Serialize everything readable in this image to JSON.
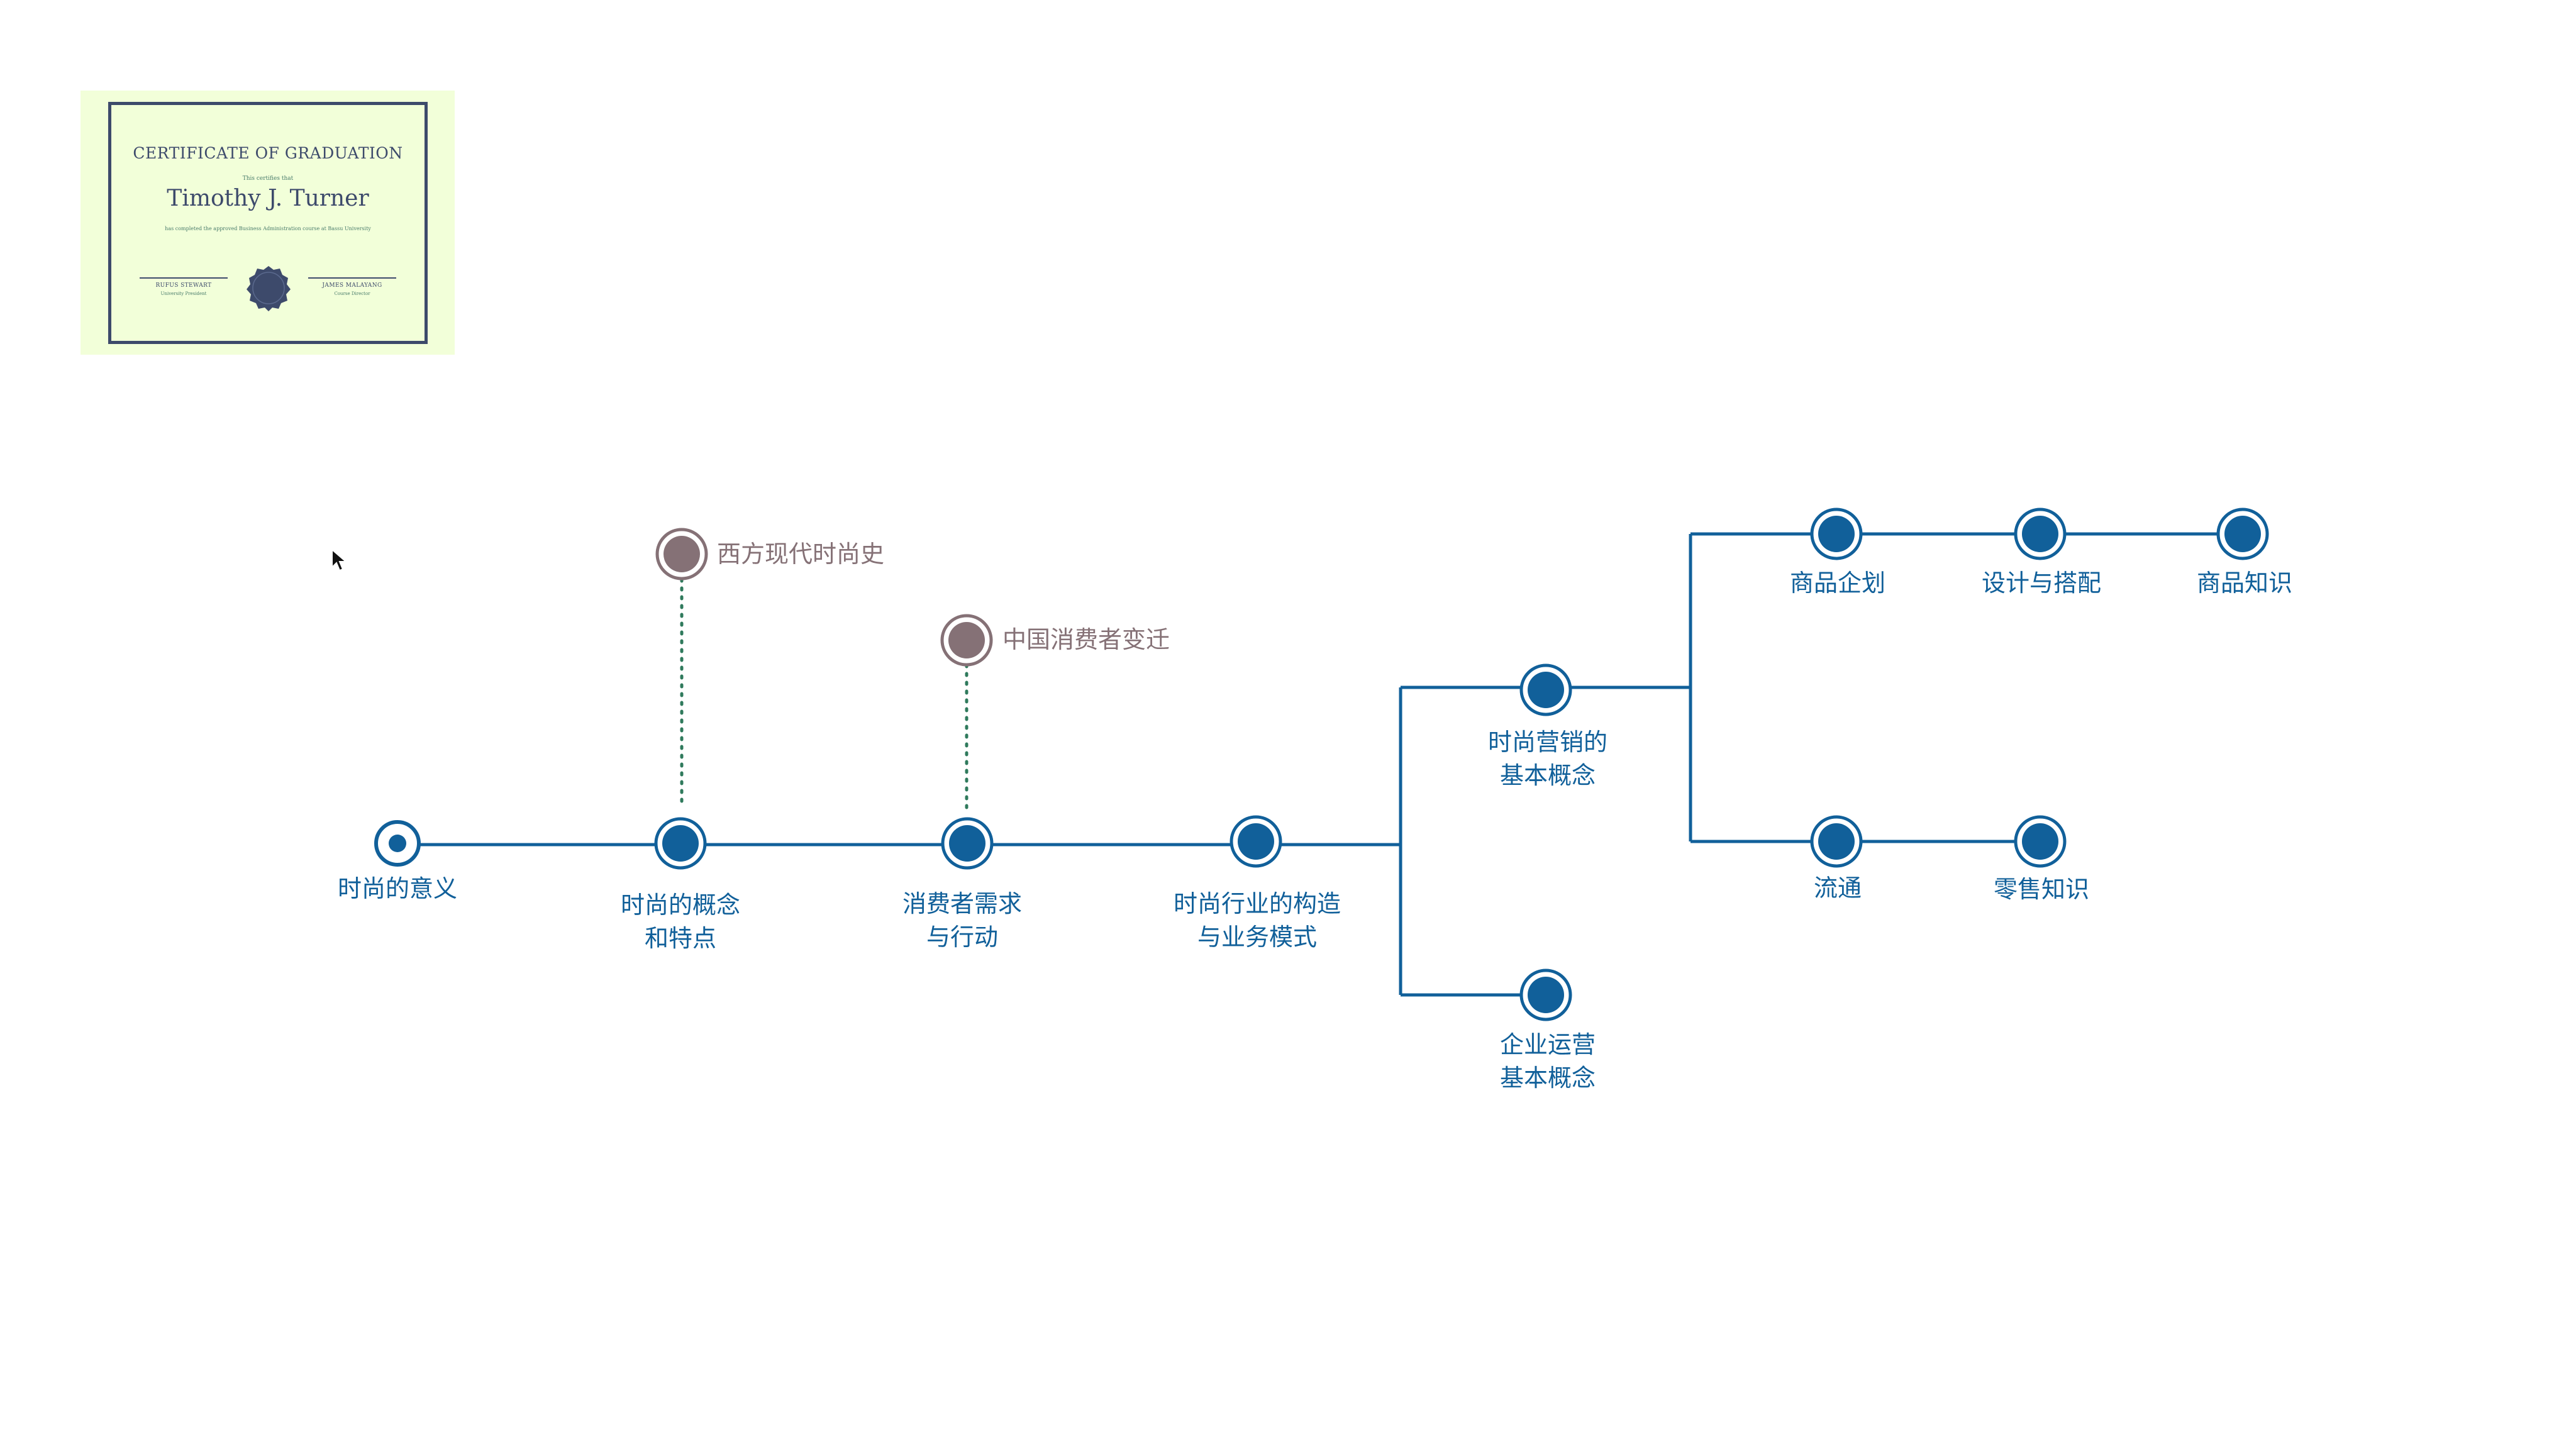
{
  "certificate": {
    "title": "CERTIFICATE OF GRADUATION",
    "certifies": "This certifies that",
    "name": "Timothy J. Turner",
    "description": "has completed the approved Business Administration course at Bassu University",
    "signer_left": "RUFUS STEWART",
    "signer_left_role": "University President",
    "signer_right": "JAMES MALAYANG",
    "signer_right_role": "Course Director"
  },
  "colors": {
    "main": "#11609a",
    "side": "#857176",
    "dotted": "#2f7a5c",
    "cert_bg": "#f2ffd9",
    "cert_ink": "#3d4a6b"
  },
  "nodes": {
    "meaning": {
      "line1": "时尚的意义",
      "line2": ""
    },
    "concept": {
      "line1": "时尚的概念",
      "line2": "和特点"
    },
    "consumer": {
      "line1": "消费者需求",
      "line2": "与行动"
    },
    "industry": {
      "line1": "时尚行业的构造",
      "line2": "与业务模式"
    },
    "marketing": {
      "line1": "时尚营销的",
      "line2": "基本概念"
    },
    "operation": {
      "line1": "企业运营",
      "line2": "基本概念"
    },
    "planning": {
      "line1": "商品企划",
      "line2": ""
    },
    "design": {
      "line1": "设计与搭配",
      "line2": ""
    },
    "knowledge": {
      "line1": "商品知识",
      "line2": ""
    },
    "distribution": {
      "line1": "流通",
      "line2": ""
    },
    "retail": {
      "line1": "零售知识",
      "line2": ""
    }
  },
  "side_nodes": {
    "western_history": "西方现代时尚史",
    "china_consumer": "中国消费者变迁"
  }
}
